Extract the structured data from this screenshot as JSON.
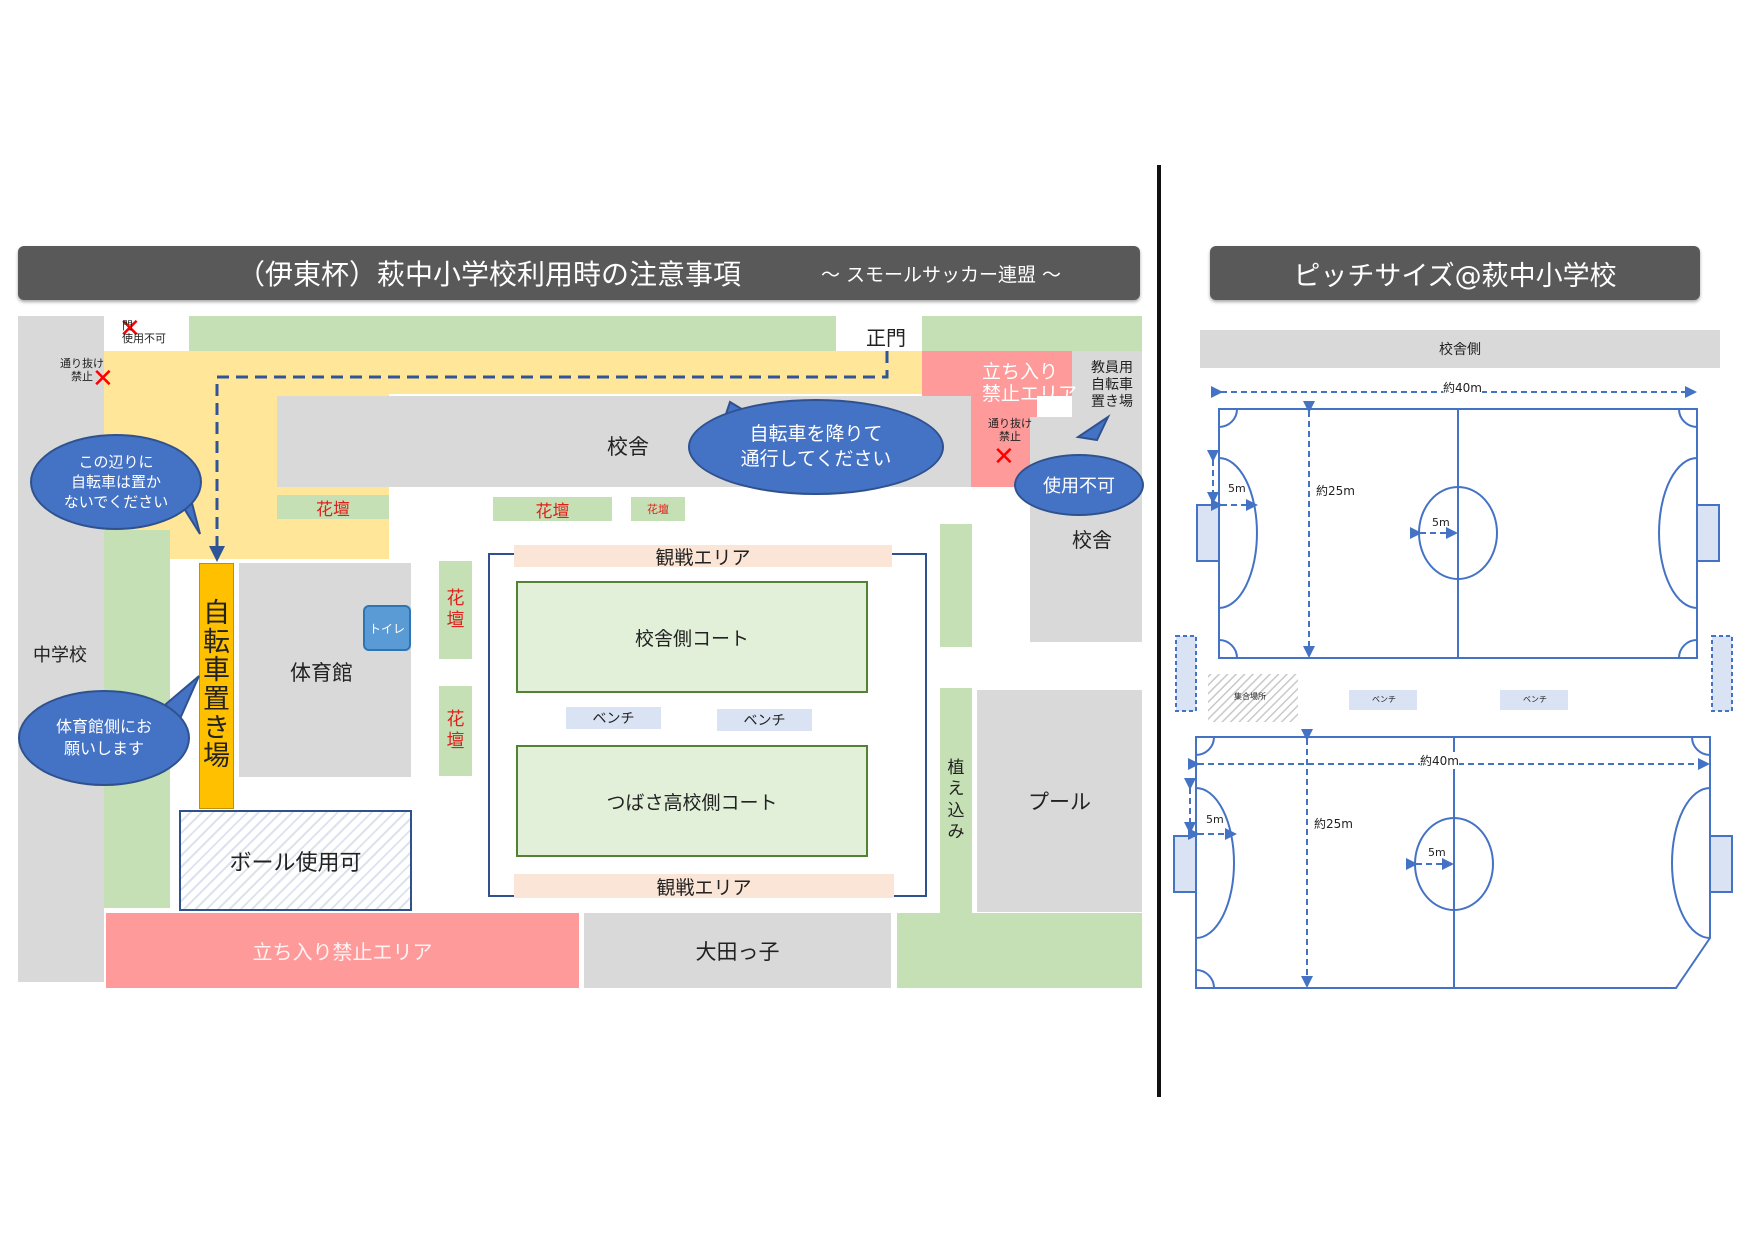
{
  "map": {
    "title": "（伊東杯）萩中小学校利用時の注意事項",
    "subtitle": "～ スモールサッカー連盟 ～",
    "gate_closed": "門\n使用不可",
    "no_passage_1": "通り抜け\n禁止",
    "main_gate": "正門",
    "no_entry_top": "立ち入り\n禁止エリア",
    "teacher_bike": "教員用\n自転車\n置き場",
    "school_building": "校舎",
    "school_building_right": "校舎",
    "walk_bike": "自転車を降りて\n通行してください",
    "no_passage_2": "通り抜け\n禁止",
    "unusable": "使用不可",
    "no_bike_here": "この辺りに\n自転車は置か\nないでください",
    "flowerbed": "花壇",
    "flowerbed_small": "花壇",
    "flowerbed_v": "花\n壇",
    "bike_parking": "自\n転\n車\n置\nき\n場",
    "gym": "体育館",
    "toilet": "トイレ",
    "middle_school": "中学校",
    "gym_side_request": "体育館側にお\n願いします",
    "ball_ok": "ボール使用可",
    "spectator_area": "観戦エリア",
    "court_school_side": "校舎側コート",
    "bench": "ベンチ",
    "court_tsubasa_side": "つばさ高校側コート",
    "planting": "植\nえ\n込\nみ",
    "pool": "プール",
    "no_entry_bottom": "立ち入り禁止エリア",
    "otakko": "大田っ子"
  },
  "pitch": {
    "title": "ピッチサイズ@萩中小学校",
    "school_side": "校舎側",
    "width_label": "約40m",
    "height_label": "約25m",
    "five_m": "5m",
    "gathering": "集合場所",
    "bench": "ベンチ"
  },
  "colors": {
    "banner": "#595959",
    "building": "#d9d9d9",
    "green_area": "#c5e0b4",
    "path": "#ffe699",
    "no_entry": "#ff9a9a",
    "bubble": "#4472c4",
    "pitch_line": "#4472c4",
    "bike_parking": "#ffc000"
  }
}
